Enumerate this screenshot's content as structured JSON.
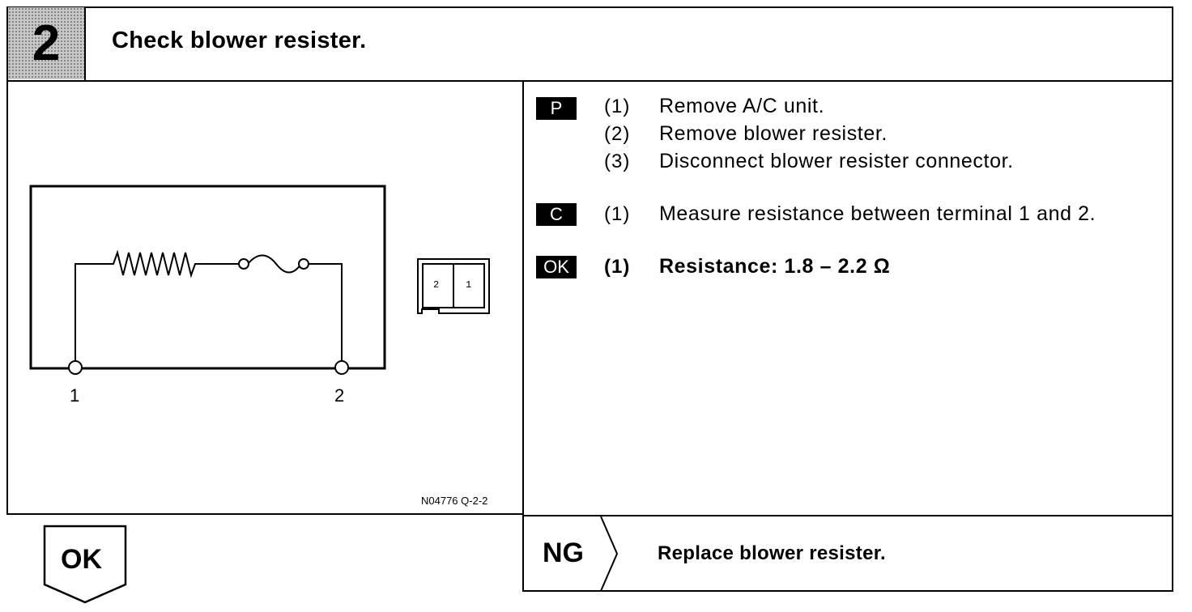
{
  "step": {
    "number": "2",
    "title": "Check blower resister."
  },
  "figure": {
    "terminal_1": "1",
    "terminal_2": "2",
    "connector_pin_left": "2",
    "connector_pin_right": "1",
    "figure_id": "N04776 Q-2-2"
  },
  "instructions": {
    "prep": {
      "badge": "P",
      "steps": [
        {
          "num": "(1)",
          "text": "Remove A/C unit."
        },
        {
          "num": "(2)",
          "text": "Remove blower resister."
        },
        {
          "num": "(3)",
          "text": "Disconnect blower resister connector."
        }
      ]
    },
    "check": {
      "badge": "C",
      "steps": [
        {
          "num": "(1)",
          "text": "Measure resistance between terminal 1 and 2."
        }
      ]
    },
    "ok": {
      "badge": "OK",
      "steps": [
        {
          "num": "(1)",
          "text": "Resistance: 1.8 – 2.2 Ω"
        }
      ]
    }
  },
  "result_ng": {
    "label": "NG",
    "text": "Replace blower resister."
  },
  "result_ok": {
    "label": "OK"
  }
}
